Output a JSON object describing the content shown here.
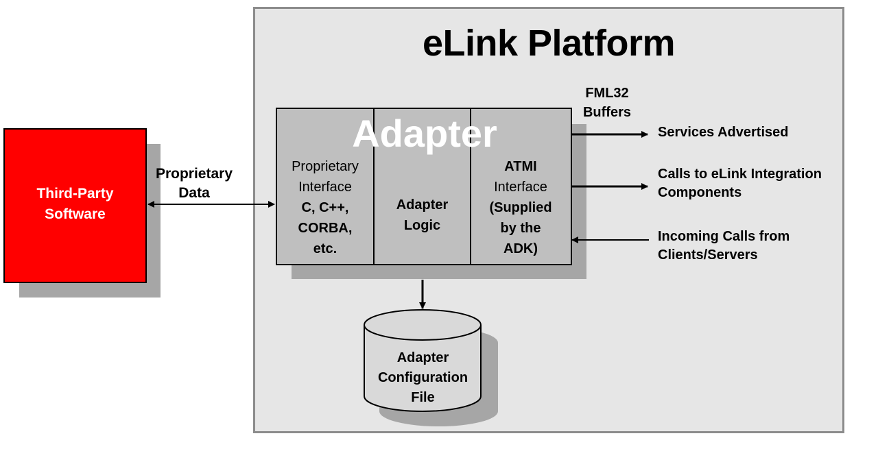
{
  "platform": {
    "title": "eLink Platform"
  },
  "third_party": {
    "label_line1": "Third-Party",
    "label_line2": "Software"
  },
  "proprietary_data": {
    "line1": "Proprietary",
    "line2": "Data"
  },
  "adapter": {
    "title": "Adapter",
    "col1": {
      "line1": "Proprietary",
      "line2": "Interface",
      "line3": "C, C++,",
      "line4": "CORBA,",
      "line5": "etc."
    },
    "col2": {
      "line1": "Adapter",
      "line2": "Logic"
    },
    "col3": {
      "line1": "ATMI",
      "line2": "Interface",
      "line3": "(Supplied",
      "line4": "by the",
      "line5": "ADK)"
    }
  },
  "fml32": {
    "line1": "FML32",
    "line2": "Buffers"
  },
  "outputs": {
    "services": "Services Advertised",
    "calls_line1": "Calls to eLink Integration",
    "calls_line2": "Components",
    "incoming_line1": "Incoming Calls from",
    "incoming_line2": "Clients/Servers"
  },
  "config_file": {
    "line1": "Adapter",
    "line2": "Configuration",
    "line3": "File"
  },
  "colors": {
    "platform_bg": "#e6e6e6",
    "platform_border": "#8c8c8c",
    "third_party_fill": "#ff0000",
    "adapter_fill": "#bfbfbf",
    "shadow": "#a6a6a6"
  }
}
